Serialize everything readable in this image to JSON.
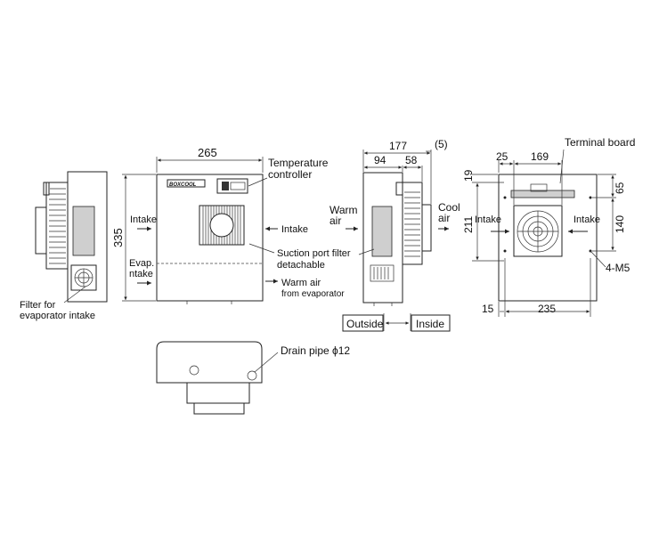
{
  "dimensions": {
    "width_265": "265",
    "height_335": "335",
    "depth_177": "177",
    "depth_94": "94",
    "depth_58": "58",
    "depth_5": "(5)",
    "top_25": "25",
    "top_169": "169",
    "side_19": "19",
    "side_211": "211",
    "side_65": "65",
    "side_140": "140",
    "bottom_15": "15",
    "bottom_235": "235"
  },
  "labels": {
    "brand": "BOXCOOL",
    "temp_controller_1": "Temperature",
    "temp_controller_2": "controller",
    "intake_left": "Intake",
    "intake_right": "Intake",
    "evap_intake_1": "Evap.",
    "evap_intake_2": "ntake",
    "suction_filter_1": "Suction port filter",
    "suction_filter_2": "detachable",
    "warm_air_evap_1": "Warm air",
    "warm_air_evap_2": "from evaporator",
    "filter_evap_1": "Filter for",
    "filter_evap_2": "evaporator intake",
    "warm_air_1": "Warm",
    "warm_air_2": "air",
    "cool_air_1": "Cool",
    "cool_air_2": "air",
    "outside": "Outside",
    "inside": "Inside",
    "terminal_board": "Terminal board",
    "intake_back_left": "Intake",
    "intake_back_right": "Intake",
    "mount_holes": "4-M5",
    "drain_pipe": "Drain pipe ϕ12"
  }
}
